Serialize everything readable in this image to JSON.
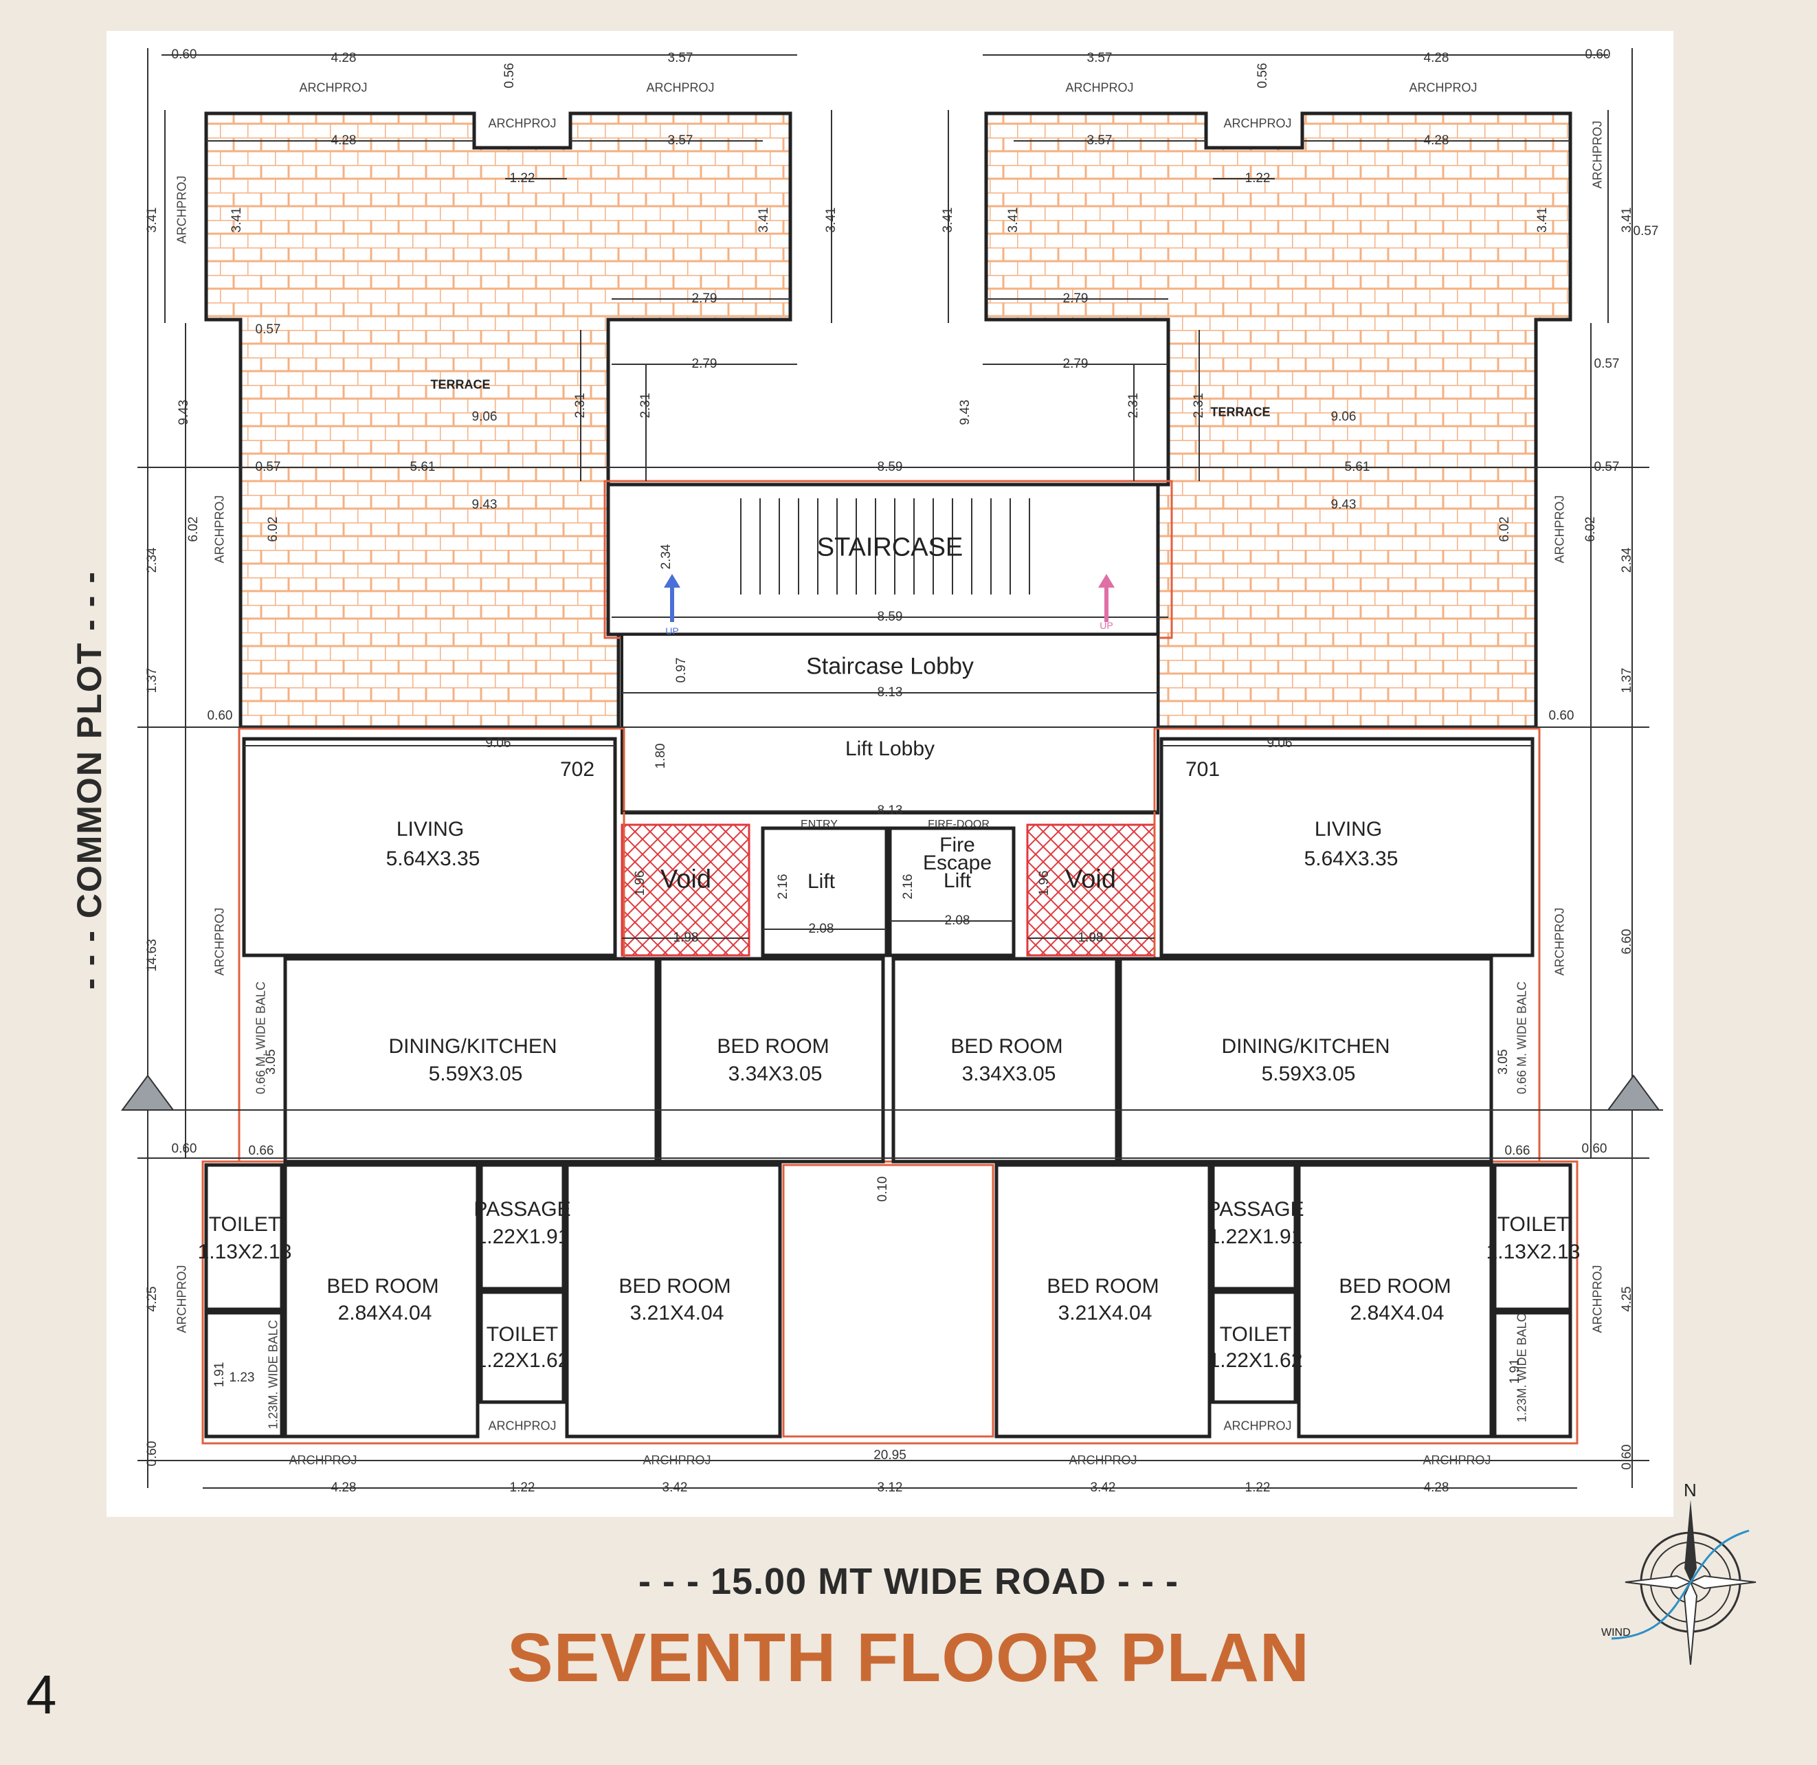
{
  "page": {
    "title": "SEVENTH FLOOR PLAN",
    "road_label": "- - -  15.00 MT WIDE ROAD - - -",
    "side_label": "- - -  COMMON PLOT - - -",
    "page_number": "4",
    "compass": {
      "north": "N",
      "wind": "WIND"
    }
  },
  "colors": {
    "background": "#efe9df",
    "title": "#c96a34",
    "terrace": "#f4b183",
    "walls": "#222222",
    "void": "#e0393e",
    "outline": "#e06040"
  },
  "units": [
    {
      "unit_no": "702"
    },
    {
      "unit_no": "701"
    }
  ],
  "rooms": {
    "terrace_left": "TERRACE",
    "terrace_right": "TERRACE",
    "staircase": "STAIRCASE",
    "staircase_lobby": "Staircase Lobby",
    "lift_lobby": "Lift Lobby",
    "void_left": "Void",
    "void_right": "Void",
    "lift": "Lift",
    "entry": "ENTRY",
    "fire_door": "FIRE-DOOR",
    "fire_lift_1": "Fire",
    "fire_lift_2": "Escape",
    "fire_lift_3": "Lift",
    "living": "LIVING",
    "living_size": "5.64X3.35",
    "dining": "DINING/KITCHEN",
    "dining_size": "5.59X3.05",
    "bed_mid": "BED ROOM",
    "bed_mid_size": "3.34X3.05",
    "bed_a": "BED ROOM",
    "bed_a_size": "2.84X4.04",
    "bed_b": "BED ROOM",
    "bed_b_size": "3.21X4.04",
    "toilet_a": "TOILET",
    "toilet_a_size": "1.13X2.13",
    "toilet_b": "TOILET",
    "toilet_b_size": "1.22X1.62",
    "passage": "PASSAGE",
    "passage_size": "1.22X1.91",
    "archproj": "ARCHPROJ",
    "balc_side": "0.66 M. WIDE BALC",
    "balc_small": "1.23M. WIDE BALC",
    "up": "UP"
  },
  "dimensions": {
    "d060": "0.60",
    "d428": "4.28",
    "d357": "3.57",
    "d341": "3.41",
    "d122": "1.22",
    "d279": "2.79",
    "d231": "2.31",
    "d057": "0.57",
    "d561": "5.61",
    "d906": "9.06",
    "d943": "9.43",
    "d602": "6.02",
    "d859": "8.59",
    "d234": "2.34",
    "d137": "1.37",
    "d097": "0.97",
    "d813": "8.13",
    "d180": "1.80",
    "d216": "2.16",
    "d208": "2.08",
    "d196": "1.96",
    "d198": "1.98",
    "d660": "6.60",
    "d1463": "14.63",
    "d305": "3.05",
    "d066": "0.66",
    "d425": "4.25",
    "d342": "3.42",
    "d312": "3.12",
    "d2095": "20.95",
    "d010": "0.10",
    "d123": "1.23",
    "d191": "1.91",
    "d056": "0.56"
  }
}
